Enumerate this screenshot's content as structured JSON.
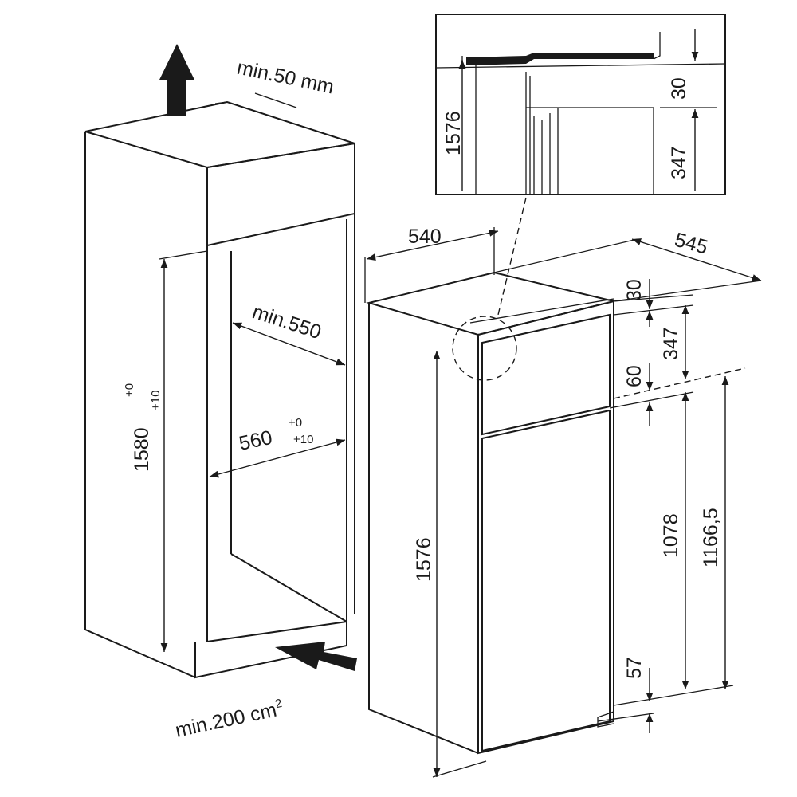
{
  "left_cabinet": {
    "top_clearance": "min.50 mm",
    "depth_min": "min.550",
    "width": "560",
    "width_tol_upper": "+0",
    "width_tol_lower": "+10",
    "height": "1580",
    "height_tol_upper": "+0",
    "height_tol_lower": "+10",
    "vent_area": "min.200 cm",
    "vent_area_exp": "2"
  },
  "appliance": {
    "width": "540",
    "depth": "545",
    "height": "1576",
    "top_gap": "30",
    "upper_door": "347",
    "door_gap": "60",
    "lower_door": "1078",
    "hinge_height": "1166,5",
    "bottom_gap": "57"
  },
  "detail_inset": {
    "height": "1576",
    "top_gap": "30",
    "upper_door": "347"
  }
}
